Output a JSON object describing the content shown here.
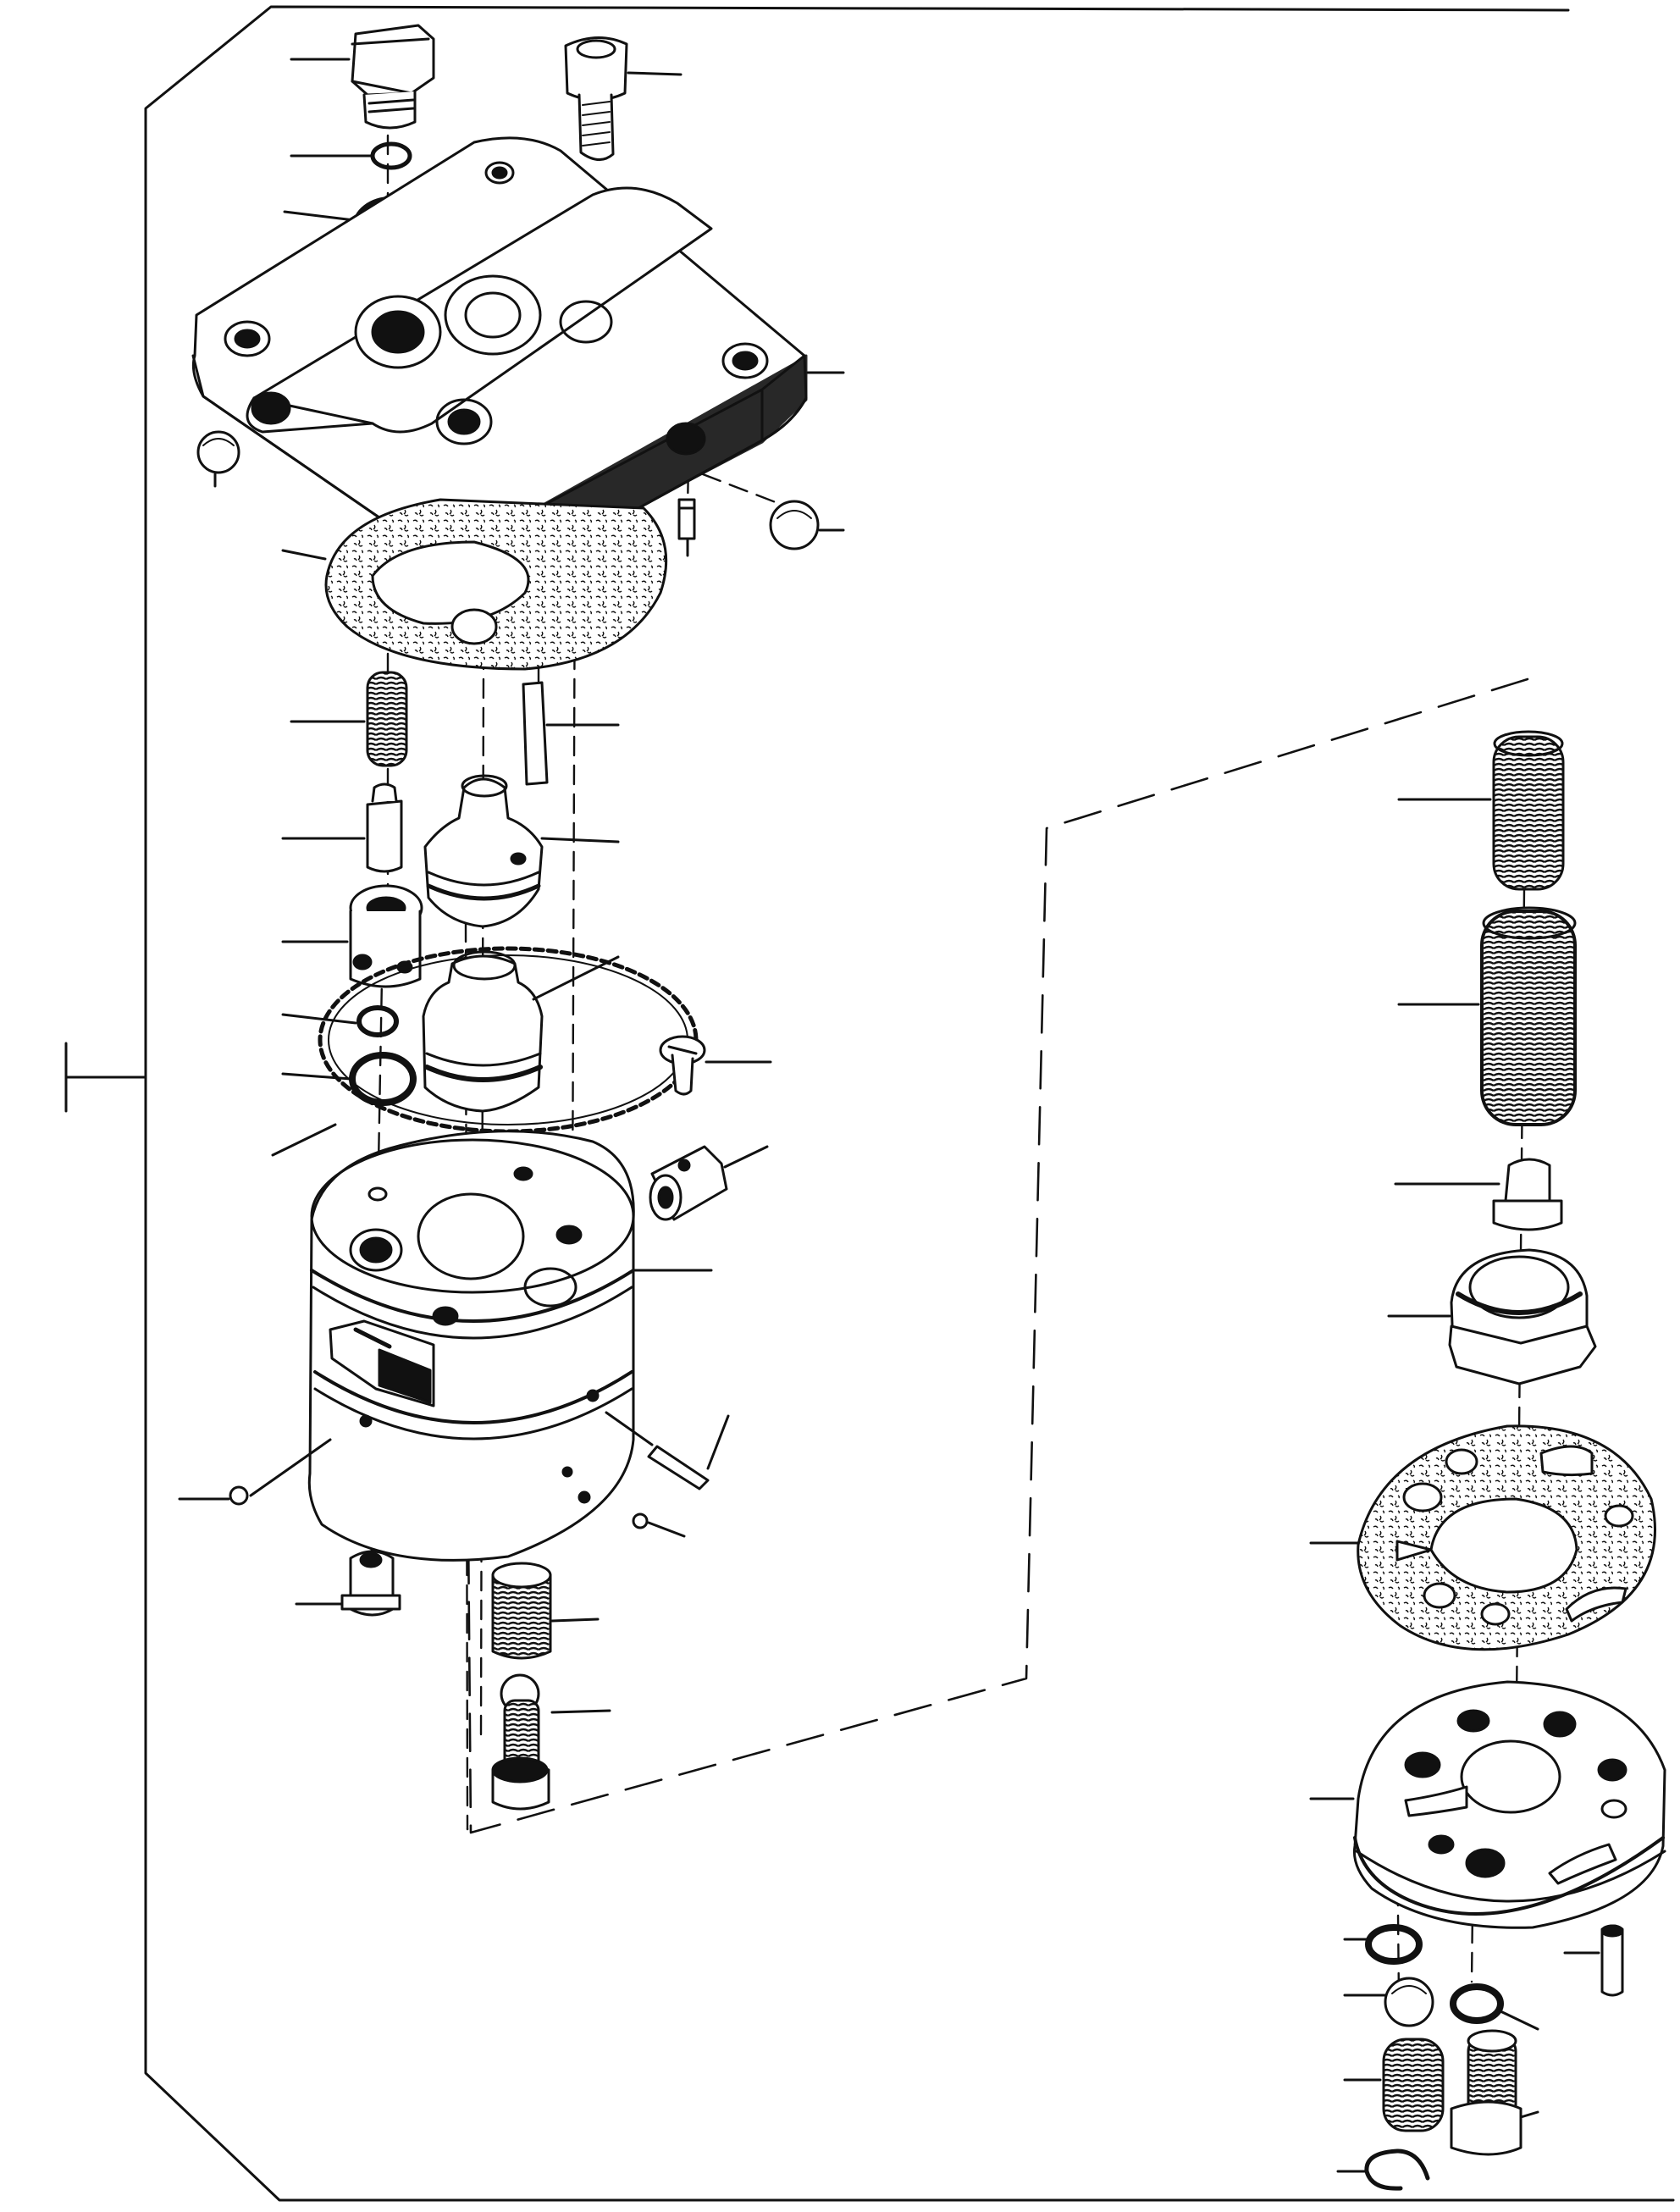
{
  "diagram": {
    "kind": "exploded-parts-drawing",
    "ink_color": "#111111",
    "paper_color": "#ffffff",
    "labels": []
  },
  "main_assembly": {
    "parts": [
      {
        "id": "plug-screw-top"
      },
      {
        "id": "small-washer-top"
      },
      {
        "id": "sealing-ring-top"
      },
      {
        "id": "cap-screw"
      },
      {
        "id": "screw-washer"
      },
      {
        "id": "cover-plate"
      },
      {
        "id": "ball-left"
      },
      {
        "id": "ball-right"
      },
      {
        "id": "dowel-pin-cover"
      },
      {
        "id": "gasket-cover"
      },
      {
        "id": "spring-left"
      },
      {
        "id": "dowel-pin-mid"
      },
      {
        "id": "valve-pin"
      },
      {
        "id": "valve-piston"
      },
      {
        "id": "valve-seat-left"
      },
      {
        "id": "o-ring-large"
      },
      {
        "id": "small-ring-a"
      },
      {
        "id": "small-ring-b"
      },
      {
        "id": "piston-housing"
      },
      {
        "id": "slotted-screw"
      },
      {
        "id": "adjusting-sleeve"
      },
      {
        "id": "pump-body"
      },
      {
        "id": "pin-body"
      },
      {
        "id": "ball-body-left"
      },
      {
        "id": "ball-body-right"
      },
      {
        "id": "plug-bottom"
      },
      {
        "id": "spring-plug-bottom"
      },
      {
        "id": "screw-bottom"
      }
    ]
  },
  "sub_assembly": {
    "parts": [
      {
        "id": "spring-small"
      },
      {
        "id": "spring-large"
      },
      {
        "id": "spring-seat"
      },
      {
        "id": "threaded-bushing"
      },
      {
        "id": "gasket-sub"
      },
      {
        "id": "valve-plate"
      },
      {
        "id": "washer-sub"
      },
      {
        "id": "ball-sub"
      },
      {
        "id": "spring-sub"
      },
      {
        "id": "snap-ring"
      },
      {
        "id": "o-ring-sub"
      },
      {
        "id": "screw-sub"
      },
      {
        "id": "dowel-pin-sub"
      }
    ]
  }
}
